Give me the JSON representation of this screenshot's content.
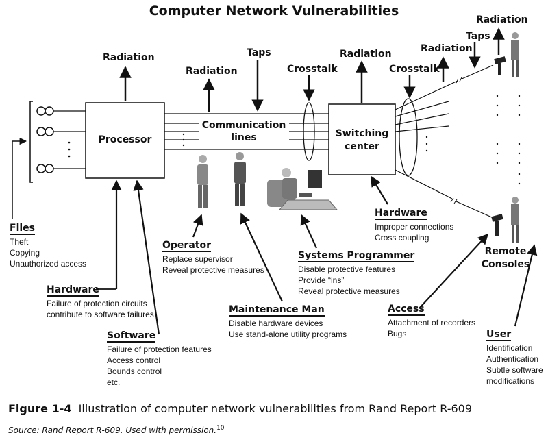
{
  "title": "Computer Network Vulnerabilities",
  "boxes": {
    "processor": "Processor",
    "communication_lines": [
      "Communication",
      "lines"
    ],
    "switching_center": [
      "Switching",
      "center"
    ],
    "remote_consoles": [
      "Remote",
      "Consoles"
    ]
  },
  "top_labels": {
    "radiation_processor": "Radiation",
    "radiation_lines": "Radiation",
    "taps_lines": "Taps",
    "crosstalk_left": "Crosstalk",
    "radiation_switch": "Radiation",
    "crosstalk_right": "Crosstalk",
    "radiation_remote": "Radiation",
    "taps_remote": "Taps",
    "radiation_console": "Radiation"
  },
  "threats": {
    "files": {
      "heading": "Files",
      "items": [
        "Theft",
        "Copying",
        "Unauthorized access"
      ]
    },
    "hardware_processor": {
      "heading": "Hardware",
      "items": [
        "Failure of protection circuits",
        "contribute to software failures"
      ]
    },
    "software": {
      "heading": "Software",
      "items": [
        "Failure of protection features",
        "Access control",
        "Bounds control",
        "etc."
      ]
    },
    "operator": {
      "heading": "Operator",
      "items": [
        "Replace supervisor",
        "Reveal protective measures"
      ]
    },
    "maintenance_man": {
      "heading": "Maintenance Man",
      "items": [
        "Disable hardware devices",
        "Use stand-alone utility programs"
      ]
    },
    "systems_programmer": {
      "heading": "Systems Programmer",
      "items": [
        "Disable protective features",
        "Provide “ins”",
        "Reveal protective measures"
      ]
    },
    "hardware_switch": {
      "heading": "Hardware",
      "items": [
        "Improper connections",
        "Cross coupling"
      ]
    },
    "access": {
      "heading": "Access",
      "items": [
        "Attachment of recorders",
        "Bugs"
      ]
    },
    "user": {
      "heading": "User",
      "items": [
        "Identification",
        "Authentication",
        "Subtle software",
        "modifications"
      ]
    }
  },
  "caption": {
    "label": "Figure 1-4",
    "text": "Illustration of computer network vulnerabilities from Rand Report R-609"
  },
  "source": {
    "text": "Source: Rand Report R-609. Used with permission.",
    "footnote": "10"
  }
}
